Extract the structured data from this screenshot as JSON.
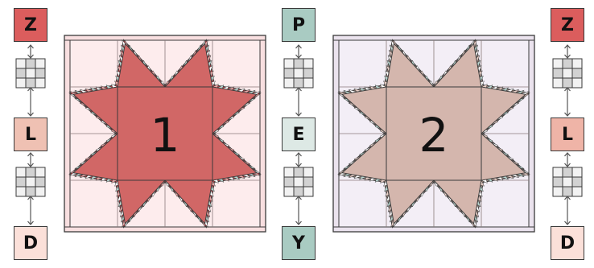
{
  "colors": {
    "outline": "#3a3a3a",
    "grid_light": "#f2f2f2",
    "grid_mid": "#d2d2d2",
    "mint": "#b9d6d0",
    "pale_mint": "#dde9e5"
  },
  "left_column": {
    "top": {
      "label": "Z",
      "color": "#db5d5d"
    },
    "middle": {
      "label": "L",
      "color": "#efc1b3"
    },
    "bottom": {
      "label": "D",
      "color": "#fbe0d9"
    }
  },
  "center_column": {
    "top": {
      "label": "P",
      "color": "#a9cbc2"
    },
    "middle": {
      "label": "E",
      "color": "#dde9e5"
    },
    "bottom": {
      "label": "Y",
      "color": "#a9cbc2"
    }
  },
  "right_column": {
    "top": {
      "label": "Z",
      "color": "#db5d5d"
    },
    "middle": {
      "label": "L",
      "color": "#efb4a7"
    },
    "bottom": {
      "label": "D",
      "color": "#fbe0d9"
    }
  },
  "blocks": [
    {
      "number": "1",
      "background": "#fdeced",
      "frame": "#f8dfe0",
      "star_fill": "#d16766",
      "trim_dark": "#b7343b",
      "trim_light": "#e9a7a6"
    },
    {
      "number": "2",
      "background": "#f3eef6",
      "frame": "#ebe3ee",
      "star_fill": "#d4b6ad",
      "trim_dark": "#a0857c",
      "trim_light": "#e8cfc7"
    }
  ]
}
